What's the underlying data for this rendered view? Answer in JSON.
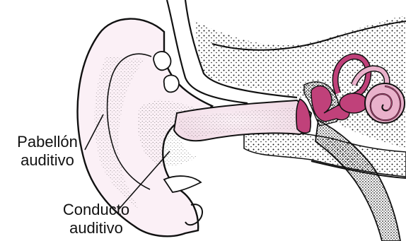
{
  "diagram": {
    "labels": {
      "pinna": {
        "line1": "Pabellón",
        "line2": "auditivo"
      },
      "canal": {
        "line1": "Conducto",
        "line2": "auditivo"
      }
    },
    "colors": {
      "ear_fill": "#fbf0f6",
      "inner_ear": "#c0417a",
      "inner_ear_light": "#e9b1cb",
      "bone_stipple": "#1a1a1a",
      "outline": "#111111",
      "background": "#ffffff"
    }
  }
}
